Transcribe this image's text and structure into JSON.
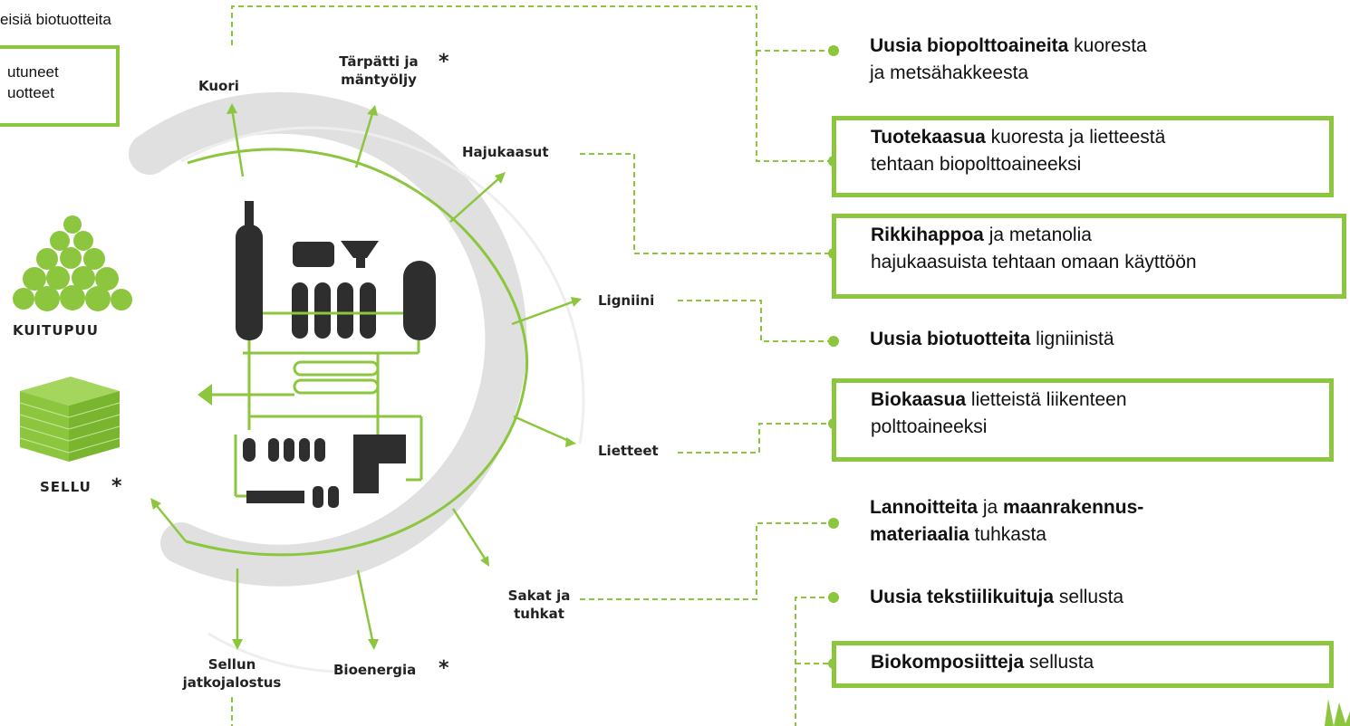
{
  "legend": {
    "line1": "eisiä biotuotteita",
    "box_line1": "utuneet",
    "box_line2": "uotteet"
  },
  "inputs": {
    "kuitupuu": "KUITUPUU",
    "sellu": "SELLU",
    "sellu_star": "*"
  },
  "streams": {
    "kuori": "Kuori",
    "tarpatti_1": "Tärpätti ja",
    "tarpatti_2": "mäntyöljy",
    "tarpatti_star": "*",
    "hajukaasut": "Hajukaasut",
    "ligniini": "Ligniini",
    "lietteet": "Lietteet",
    "sakat_1": "Sakat ja",
    "sakat_2": "tuhkat",
    "sellun_1": "Sellun",
    "sellun_2": "jatkojalostus",
    "bioenergia": "Bioenergia",
    "bioenergia_star": "*"
  },
  "products": [
    {
      "bold": "Uusia biopolttoaineita",
      "rest": " kuoresta",
      "line2": "ja metsähakkeesta",
      "boxed": false
    },
    {
      "bold": "Tuotekaasua",
      "rest": " kuoresta ja lietteestä",
      "line2": "tehtaan biopolttoaineeksi",
      "boxed": true
    },
    {
      "bold": "Rikkihappoa",
      "rest": " ja metanolia",
      "line2": "hajukaasuista tehtaan omaan käyttöön",
      "boxed": true
    },
    {
      "bold": "Uusia biotuotteita",
      "rest": " ligniinistä",
      "line2": "",
      "boxed": false
    },
    {
      "bold": "Biokaasua",
      "rest": " lietteistä liikenteen",
      "line2": "polttoaineeksi",
      "boxed": true
    },
    {
      "bold": "Lannoitteita",
      "rest": " ja ",
      "bold2": "maanrakennus-",
      "line2bold": "materiaalia",
      "line2": " tuhkasta",
      "boxed": false
    },
    {
      "bold": "Uusia tekstiilikuituja",
      "rest": " sellusta",
      "line2": "",
      "boxed": false
    },
    {
      "bold": "Biokomposiitteja",
      "rest": " sellusta",
      "line2": "",
      "boxed": true
    }
  ],
  "colors": {
    "accent": "#8cc63f",
    "dark": "#2b2b2b",
    "ring": "#e3e3e3"
  }
}
